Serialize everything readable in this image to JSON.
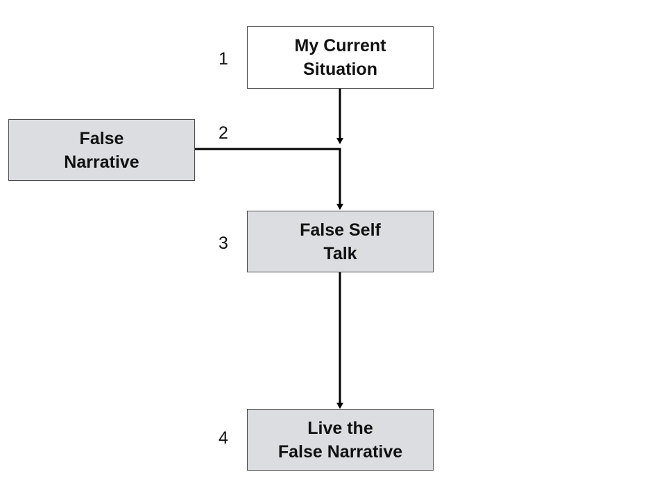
{
  "colors": {
    "situation_fill": "#ffffff",
    "process_fill": "#dcdde0",
    "border": "#4a4a4a",
    "connector": "#000000"
  },
  "boxes": {
    "situation": {
      "lines": [
        "My Current",
        "Situation"
      ]
    },
    "narrative": {
      "lines": [
        "False",
        "Narrative"
      ]
    },
    "selftalk": {
      "lines": [
        "False Self",
        "Talk"
      ]
    },
    "live": {
      "lines": [
        "Live the",
        "False Narrative"
      ]
    }
  },
  "steps": [
    "1",
    "2",
    "3",
    "4"
  ]
}
